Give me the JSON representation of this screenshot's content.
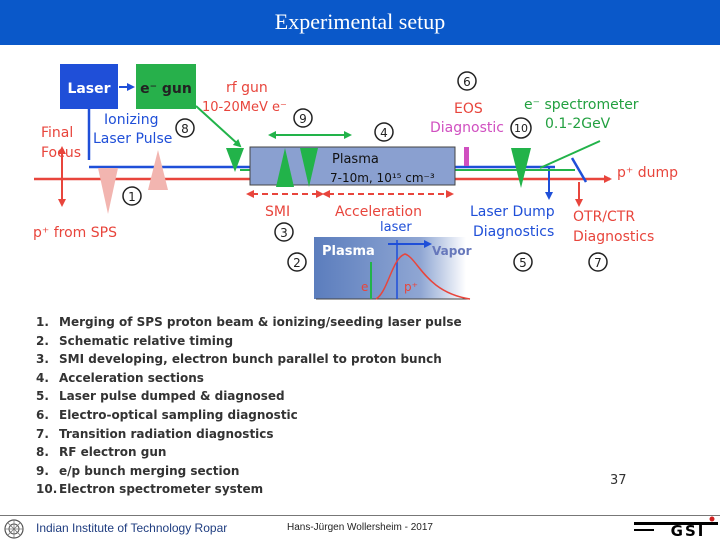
{
  "header": {
    "title": "Experimental setup"
  },
  "diagram": {
    "laser_box": "Laser",
    "egun_box": "e⁻ gun",
    "rf_gun_line1": "rf gun",
    "rf_gun_line2": "10-20MeV e⁻",
    "ionizing_line1": "Ionizing",
    "ionizing_line2": "Laser Pulse",
    "final_line1": "Final",
    "final_line2": "Focus",
    "p_from_sps": "p⁺ from SPS",
    "eos_line1": "EOS",
    "eos_line2": "Diagnostic",
    "spectrometer_line1": "e⁻ spectrometer",
    "spectrometer_line2": "0.1-2GeV",
    "plasma_line1": "Plasma",
    "plasma_line2": "7-10m, 10¹⁵ cm⁻³",
    "p_dump": "p⁺ dump",
    "smi": "SMI",
    "acceleration": "Acceleration",
    "laser_dump_line1": "Laser Dump",
    "laser_dump_line2": "Diagnostics",
    "otr_line1": "OTR/CTR",
    "otr_line2": "Diagnostics",
    "inset_laser": "laser",
    "inset_plasma": "Plasma",
    "inset_vapor": "Vapor",
    "inset_e": "e",
    "inset_p": "p⁺",
    "marker_1": "1",
    "marker_2": "2",
    "marker_3": "3",
    "marker_4": "4",
    "marker_5": "5",
    "marker_6": "6",
    "marker_7": "7",
    "marker_8": "8",
    "marker_9": "9",
    "marker_10": "10"
  },
  "steps": [
    {
      "num": "1.",
      "text": "Merging of SPS proton beam & ionizing/seeding laser pulse"
    },
    {
      "num": "2.",
      "text": "Schematic relative timing"
    },
    {
      "num": "3.",
      "text": "SMI developing, electron bunch parallel to proton bunch"
    },
    {
      "num": "4.",
      "text": "Acceleration sections"
    },
    {
      "num": "5.",
      "text": "Laser pulse dumped & diagnosed"
    },
    {
      "num": "6.",
      "text": "Electro-optical sampling diagnostic"
    },
    {
      "num": "7.",
      "text": "Transition radiation diagnostics"
    },
    {
      "num": "8.",
      "text": "RF electron gun"
    },
    {
      "num": "9.",
      "text": "e/p bunch merging section"
    },
    {
      "num": "10.",
      "text": "Electron spectrometer system"
    }
  ],
  "slide_number": "37",
  "footer": {
    "institute": "Indian Institute of Technology Ropar",
    "author": "Hans-Jürgen Wollersheim - 2017",
    "logo_text": "GSI"
  }
}
